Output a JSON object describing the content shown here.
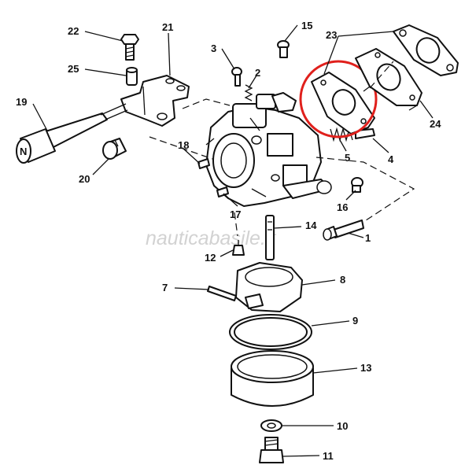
{
  "diagram": {
    "watermark": "nauticabasile.it",
    "highlight_color": "#e0201c",
    "ink_color": "#111111",
    "callouts": {
      "c1": "1",
      "c2": "2",
      "c3": "3",
      "c4": "4",
      "c5": "5",
      "c7": "7",
      "c8": "8",
      "c9": "9",
      "c10": "10",
      "c11": "11",
      "c12": "12",
      "c13": "13",
      "c14": "14",
      "c15": "15",
      "c16": "16",
      "c17": "17",
      "c18": "18",
      "c19": "19",
      "c20": "20",
      "c21": "21",
      "c22": "22",
      "c23": "23",
      "c24": "24",
      "c25": "25"
    },
    "knob_letter": "N"
  }
}
